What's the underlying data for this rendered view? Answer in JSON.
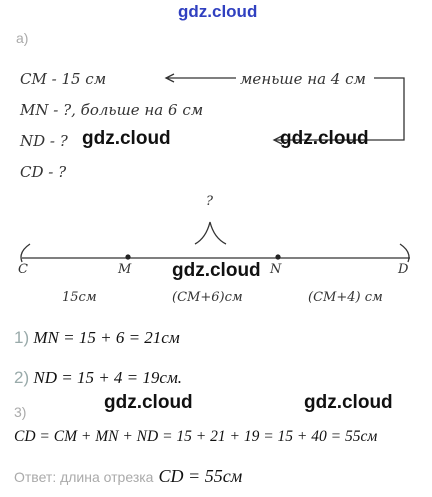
{
  "watermark": "gdz.cloud",
  "part_label": "a)",
  "condition": {
    "cm": "CM - 15 см",
    "mn": "MN - ?, больше на 6 см",
    "nd": "ND - ?",
    "cd": "CD - ?",
    "arrow_note": "меньше на 4 см"
  },
  "diagram": {
    "brace_label": "?",
    "points": [
      "C",
      "M",
      "N",
      "D"
    ],
    "segments": [
      "15см",
      "(CM+6)см",
      "(CM+4) см"
    ]
  },
  "solution": {
    "step1_num": "1)",
    "step1": "MN = 15 + 6 = 21см",
    "step2_num": "2)",
    "step2": "ND = 15 + 4 = 19см.",
    "step3_num": "3)",
    "step3": "CD = CM + MN + ND = 15 + 21 + 19 = 15 + 40 = 55см",
    "answer_prefix": "Ответ: длина отрезка",
    "answer_formula": "CD = 55см"
  }
}
